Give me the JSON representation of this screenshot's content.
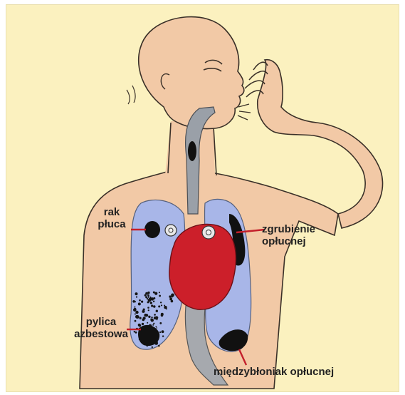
{
  "labels": {
    "rak": {
      "line1": "rak",
      "line2": "płuca"
    },
    "zgrubienie": {
      "line1": "zgrubienie",
      "line2": "opłucnej"
    },
    "pylica": {
      "line1": "pylica",
      "line2": "azbestowa"
    },
    "miedzybloniak": {
      "line1": "międzybłoniak opłucnej"
    }
  },
  "colors": {
    "background": "#fbf1bf",
    "skin": "#f2c9a6",
    "lung": "#a8b6e8",
    "heart": "#cc1f2a",
    "tumor": "#111111",
    "pointer_line": "#c4202b"
  }
}
